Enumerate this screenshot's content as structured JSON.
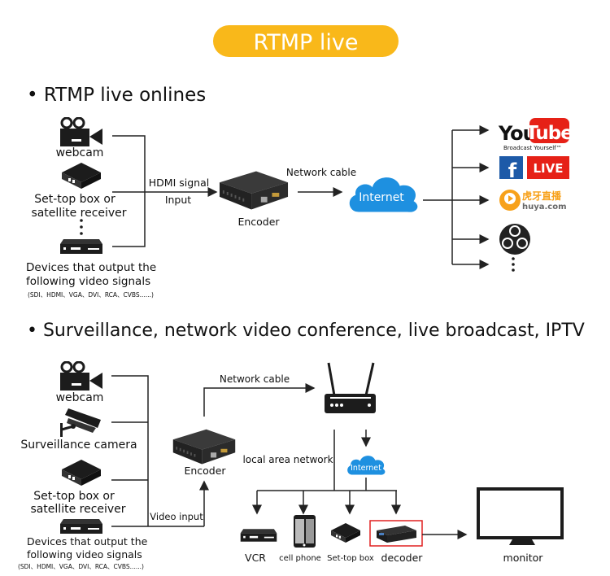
{
  "banner": {
    "title": "RTMP live",
    "color": "#F9B81A"
  },
  "section1": {
    "heading": "• RTMP live onlines",
    "sources": {
      "webcam": "webcam",
      "settop_line1": "Set-top box or",
      "settop_line2": "satellite receiver",
      "devices_line1": "Devices that output the",
      "devices_line2": "following video signals",
      "signals": "(SDI、HDMI、VGA、DVI、RCA、CVBS......)"
    },
    "hdmi_signal": "HDMI signal",
    "input": "Input",
    "encoder": "Encoder",
    "network_cable": "Network cable",
    "internet": "Internet",
    "platforms": {
      "youtube_you": "You",
      "youtube_tube": "Tube",
      "youtube_tagline": "Broadcast Yourself™",
      "facebook_f": "f",
      "facebook_live": "LIVE",
      "huya_cn": "虎牙直播",
      "huya_domain": "huya.com"
    }
  },
  "section2": {
    "heading": "• Surveillance, network video conference, live broadcast, IPTV",
    "sources": {
      "webcam": "webcam",
      "surveillance": "Surveillance camera",
      "settop_line1": "Set-top box or",
      "settop_line2": "satellite receiver",
      "devices_line1": "Devices that output the",
      "devices_line2": "following video signals",
      "signals": "(SDI、HDMI、VGA、DVI、RCA、CVBS......)"
    },
    "video_input": "Video input",
    "encoder": "Encoder",
    "network_cable": "Network cable",
    "lan": "local area network",
    "internet": "Internet",
    "outputs": {
      "vcr": "VCR",
      "phone": "cell phone",
      "settop": "Set-top box",
      "decoder": "decoder",
      "monitor": "monitor"
    },
    "highlight_color": "#E02020"
  },
  "colors": {
    "cloud": "#1E90E0",
    "youtube_red": "#E62117",
    "facebook_blue": "#1D5AA8",
    "huya_orange": "#F7A11A"
  }
}
